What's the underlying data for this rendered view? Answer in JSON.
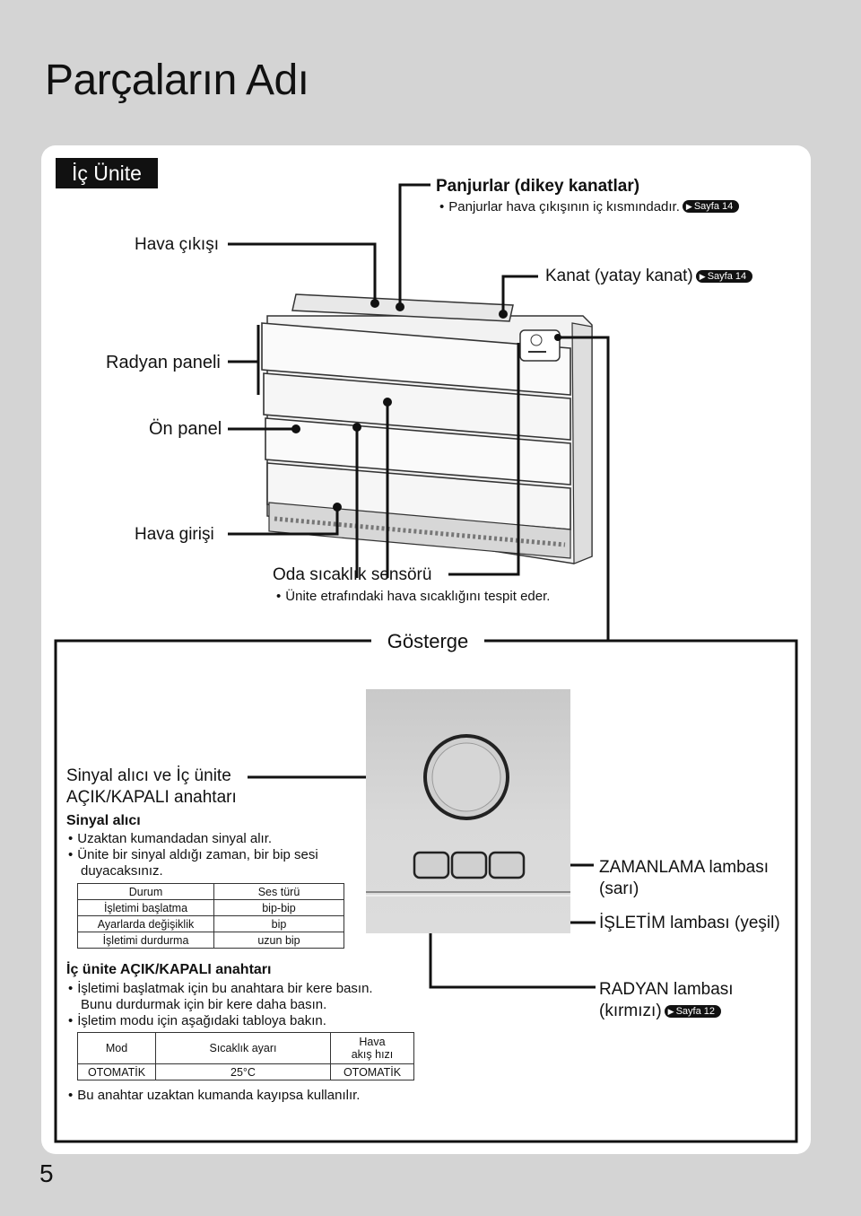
{
  "page": {
    "title": "Parçaların Adı",
    "section_tag": "İç Ünite",
    "page_number": "5"
  },
  "labels": {
    "panjurlar": "Panjurlar (dikey kanatlar)",
    "panjurlar_note": "Panjurlar hava çıkışının iç kısmındadır.",
    "panjurlar_ref": "Sayfa 14",
    "hava_cikisi": "Hava çıkışı",
    "kanat": "Kanat (yatay kanat)",
    "kanat_ref": "Sayfa 14",
    "radyan_paneli": "Radyan paneli",
    "on_panel": "Ön panel",
    "hava_girisi": "Hava girişi",
    "oda_sensor": "Oda sıcaklık sensörü",
    "oda_sensor_note": "Ünite etrafındaki hava sıcaklığını tespit eder.",
    "gosterge": "Gösterge"
  },
  "display_panel": {
    "sinyal_title_1": "Sinyal alıcı ve İç ünite",
    "sinyal_title_2": "AÇIK/KAPALI anahtarı",
    "sinyal_alici": "Sinyal alıcı",
    "sinyal_b1": "Uzaktan kumandadan sinyal alır.",
    "sinyal_b2_1": "Ünite bir sinyal aldığı zaman, bir bip sesi",
    "sinyal_b2_2": "duyacaksınız.",
    "beep_table": {
      "headers": [
        "Durum",
        "Ses türü"
      ],
      "rows": [
        [
          "İşletimi başlatma",
          "bip-bip"
        ],
        [
          "Ayarlarda değişiklik",
          "bip"
        ],
        [
          "İşletimi durdurma",
          "uzun bip"
        ]
      ]
    },
    "switch_title": "İç ünite AÇIK/KAPALI anahtarı",
    "switch_b1_1": "İşletimi başlatmak için bu anahtara bir kere basın.",
    "switch_b1_2": "Bunu durdurmak için bir kere daha basın.",
    "switch_b2": "İşletim modu için aşağıdaki tabloya bakın.",
    "mode_table": {
      "headers": [
        "Mod",
        "Sıcaklık ayarı",
        "Hava",
        "akış hızı"
      ],
      "row": [
        "OTOMATİK",
        "25°C",
        "OTOMATİK"
      ]
    },
    "switch_b3": "Bu anahtar uzaktan kumanda kayıpsa kullanılır.",
    "zamanlama_1": "ZAMANLAMA lambası",
    "zamanlama_2": "(sarı)",
    "isletim": "İŞLETİM lambası (yeşil)",
    "radyan_1": "RADYAN lambası",
    "radyan_2": "(kırmızı)",
    "radyan_ref": "Sayfa 12"
  }
}
